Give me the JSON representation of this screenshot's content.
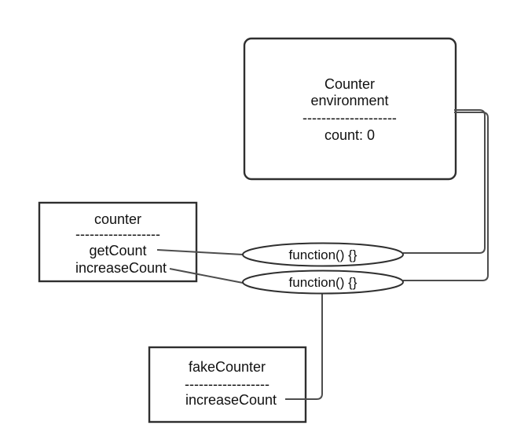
{
  "colors": {
    "background": "#ffffff",
    "box_stroke": "#2f2f2f",
    "connector_stroke": "#4d4d4d",
    "text": "#111111"
  },
  "env_box": {
    "title_line1": "Counter",
    "title_line2": "environment",
    "divider": "--------------------",
    "count_field": "count: 0"
  },
  "counter_box": {
    "title": "counter",
    "divider": "------------------",
    "method_get": "getCount",
    "method_increase": "increaseCount"
  },
  "fake_counter_box": {
    "title": "fakeCounter",
    "divider": "------------------",
    "method_increase": "increaseCount"
  },
  "function_ellipses": {
    "top_label": "function() {}",
    "bottom_label": "function() {}"
  }
}
